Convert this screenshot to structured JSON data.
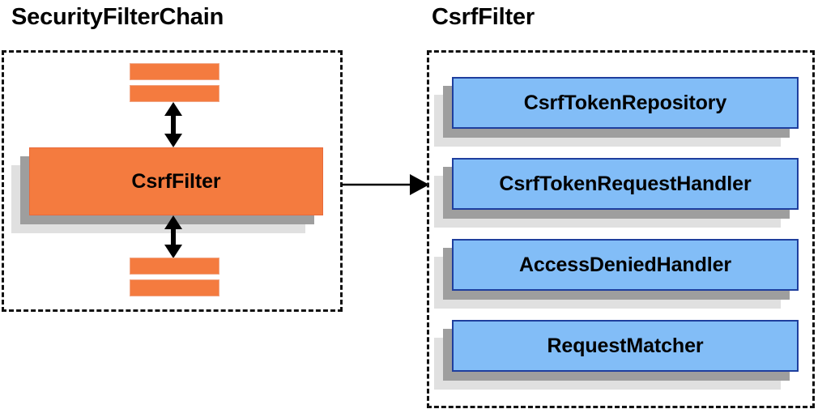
{
  "diagram": {
    "background": "#ffffff",
    "colors": {
      "orange_fill": "#F47B3F",
      "orange_border": "#E8693B",
      "blue_fill": "#82BDF7",
      "blue_border": "#1F3F9E",
      "shadow_mid": "#9E9E9E",
      "shadow_back": "#E0E0E0",
      "outline": "#111111",
      "text": "#000000"
    },
    "left_panel": {
      "title": "SecurityFilterChain",
      "main_block": {
        "label": "CsrfFilter"
      },
      "stub_filters_top": [
        "",
        ""
      ],
      "stub_filters_bottom": [
        "",
        ""
      ],
      "arrows": {
        "top": "double-headed-vertical-arrow",
        "bottom": "double-headed-vertical-arrow"
      }
    },
    "connector": {
      "type": "arrow-right",
      "from": "CsrfFilter",
      "to": "CsrfFilter"
    },
    "right_panel": {
      "title": "CsrfFilter",
      "collaborators": [
        {
          "label": "CsrfTokenRepository"
        },
        {
          "label": "CsrfTokenRequestHandler"
        },
        {
          "label": "AccessDeniedHandler"
        },
        {
          "label": "RequestMatcher"
        }
      ]
    }
  }
}
